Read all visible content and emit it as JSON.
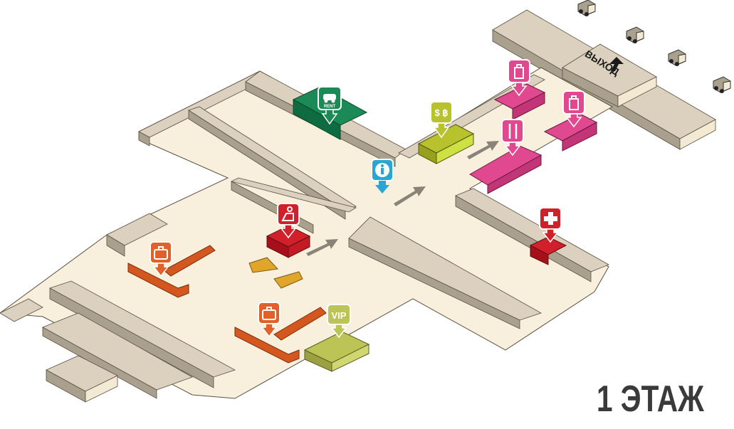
{
  "map": {
    "floor_title": "1 ЭТАЖ",
    "exit_label": "ВЫХОД",
    "rent_label": "RENT",
    "vip_label": "VIP",
    "currency_label": "$ ฿"
  },
  "colors": {
    "floor": "#f8f0dc",
    "rent": "#1b8a57",
    "currency": "#b7c22c",
    "info": "#2aa6d2",
    "shop": "#e0488f",
    "medical": "#d2202b",
    "security": "#d2202b",
    "baggage": "#e0622a",
    "vip": "#bcc455",
    "direction": "#e1a52c"
  },
  "pois": [
    {
      "type": "car-rental",
      "icon": "car-icon"
    },
    {
      "type": "currency-exchange",
      "icon": "currency-icon"
    },
    {
      "type": "information",
      "icon": "info-icon"
    },
    {
      "type": "shop",
      "icon": "shopping-bag-icon"
    },
    {
      "type": "shop",
      "icon": "shopping-bag-icon"
    },
    {
      "type": "restaurant",
      "icon": "fork-knife-icon"
    },
    {
      "type": "medical",
      "icon": "medical-cross-icon"
    },
    {
      "type": "security-check",
      "icon": "security-icon"
    },
    {
      "type": "baggage-claim",
      "icon": "baggage-icon"
    },
    {
      "type": "baggage-claim",
      "icon": "baggage-icon"
    },
    {
      "type": "vip-lounge",
      "icon": "vip-icon"
    }
  ]
}
